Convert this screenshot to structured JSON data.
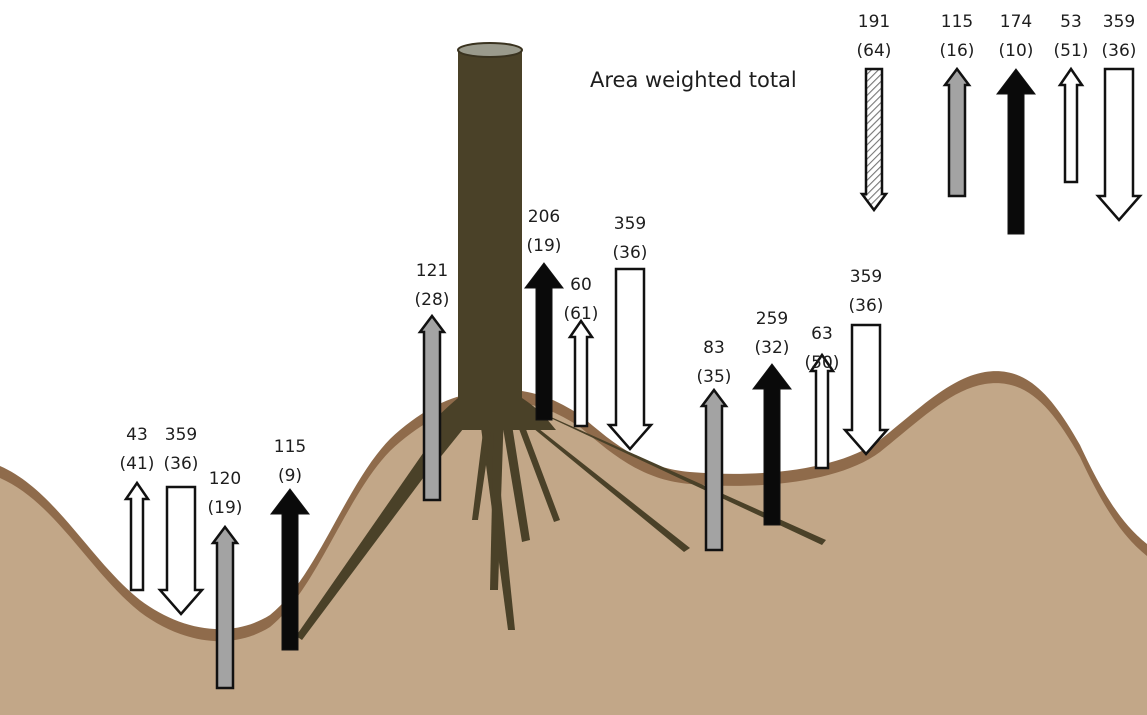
{
  "title": "Area weighted total",
  "colors": {
    "soil": "#c2a788",
    "soil_edge": "#8f6b4b",
    "trunk": "#4a4128",
    "trunk_top": "#9a9a8c",
    "arrow_outline": "#111111",
    "black_fill": "#0a0a0a",
    "gray_fill": "#a3a3a3",
    "white_fill": "#ffffff"
  },
  "arrows": [
    {
      "id": "a1",
      "value": "43",
      "sd": "(41)",
      "direction": "up",
      "style": "narrow-white"
    },
    {
      "id": "a2",
      "value": "359",
      "sd": "(36)",
      "direction": "down",
      "style": "wide-white"
    },
    {
      "id": "a3",
      "value": "120",
      "sd": "(19)",
      "direction": "up",
      "style": "gray"
    },
    {
      "id": "a4",
      "value": "115",
      "sd": "(9)",
      "direction": "up",
      "style": "black"
    },
    {
      "id": "a5",
      "value": "121",
      "sd": "(28)",
      "direction": "up",
      "style": "gray"
    },
    {
      "id": "a6",
      "value": "206",
      "sd": "(19)",
      "direction": "up",
      "style": "black"
    },
    {
      "id": "a7",
      "value": "60",
      "sd": "(61)",
      "direction": "up",
      "style": "narrow-white"
    },
    {
      "id": "a8",
      "value": "359",
      "sd": "(36)",
      "direction": "down",
      "style": "wide-white"
    },
    {
      "id": "a9",
      "value": "83",
      "sd": "(35)",
      "direction": "up",
      "style": "gray"
    },
    {
      "id": "a10",
      "value": "259",
      "sd": "(32)",
      "direction": "up",
      "style": "black"
    },
    {
      "id": "a11",
      "value": "63",
      "sd": "(50)",
      "direction": "up",
      "style": "narrow-white"
    },
    {
      "id": "a12",
      "value": "359",
      "sd": "(36)",
      "direction": "down",
      "style": "wide-white"
    }
  ],
  "totals": [
    {
      "id": "t1",
      "value": "191",
      "sd": "(64)",
      "direction": "down",
      "style": "hatched"
    },
    {
      "id": "t2",
      "value": "115",
      "sd": "(16)",
      "direction": "up",
      "style": "gray"
    },
    {
      "id": "t3",
      "value": "174",
      "sd": "(10)",
      "direction": "up",
      "style": "black"
    },
    {
      "id": "t4",
      "value": "53",
      "sd": "(51)",
      "direction": "up",
      "style": "narrow-white"
    },
    {
      "id": "t5",
      "value": "359",
      "sd": "(36)",
      "direction": "down",
      "style": "wide-white"
    }
  ]
}
